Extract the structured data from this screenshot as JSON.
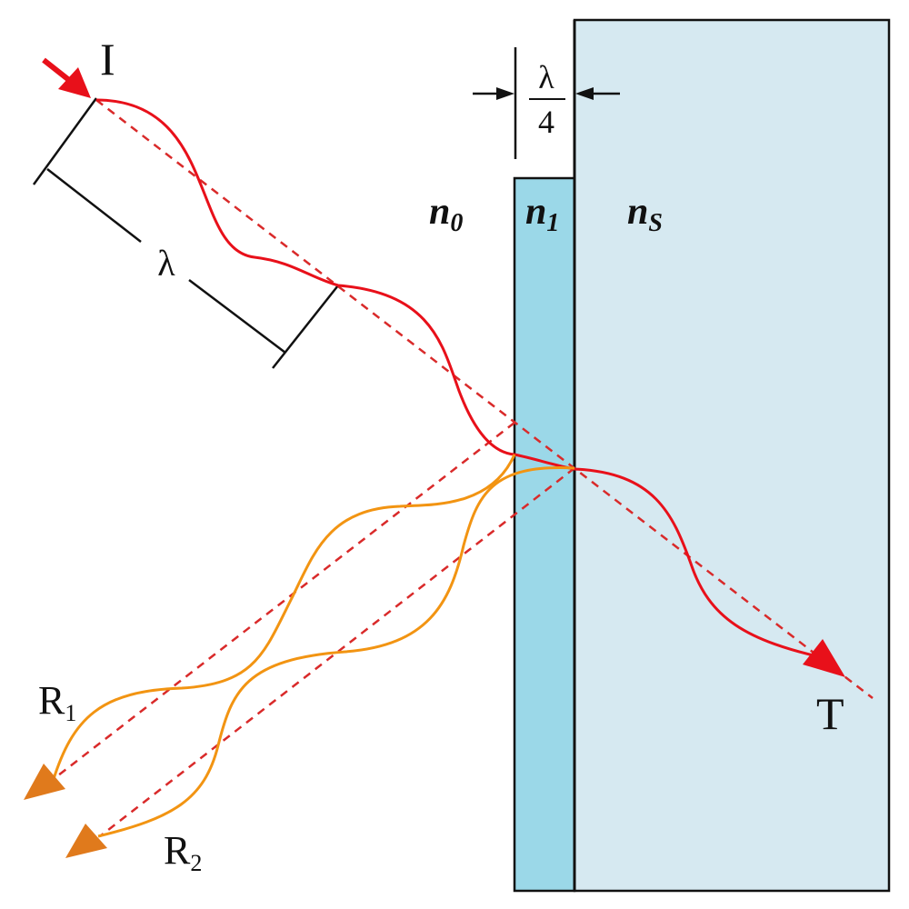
{
  "labels": {
    "incident": "I",
    "transmitted": "T",
    "reflected_1": "R",
    "reflected_1_sub": "1",
    "reflected_2": "R",
    "reflected_2_sub": "2",
    "wavelength": "λ",
    "thickness_num": "λ",
    "thickness_den": "4",
    "n0": "n",
    "n0_sub": "0",
    "n1": "n",
    "n1_sub": "1",
    "ns": "n",
    "ns_sub": "S"
  },
  "colors": {
    "incident_wave": "#e8101a",
    "reflected_wave": "#f29412",
    "reflected_arrowhead": "#e07a1c",
    "coating": "#9bd8e8",
    "substrate": "#d6e9f1",
    "outline": "#111111"
  }
}
